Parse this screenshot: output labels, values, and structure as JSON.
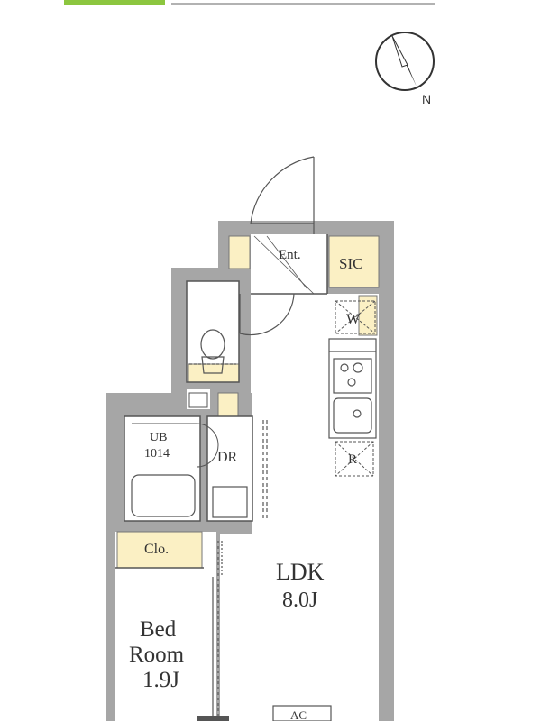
{
  "header": {
    "accent_color": "#8cc63f",
    "rule_color": "#999999"
  },
  "compass": {
    "label": "N"
  },
  "rooms": {
    "entrance": "Ent.",
    "storage": "SIC",
    "washer": "W",
    "fridge": "R",
    "bath_line1": "UB",
    "bath_line2": "1014",
    "dressing": "DR",
    "closet": "Clo.",
    "ldk_name": "LDK",
    "ldk_size": "8.0J",
    "bed_line1": "Bed",
    "bed_line2": "Room",
    "bed_size": "1.9J",
    "aircon": "AC"
  },
  "colors": {
    "wall": "#a6a6a6",
    "storage": "#fbf0c4",
    "line": "#555555",
    "text": "#333333"
  }
}
